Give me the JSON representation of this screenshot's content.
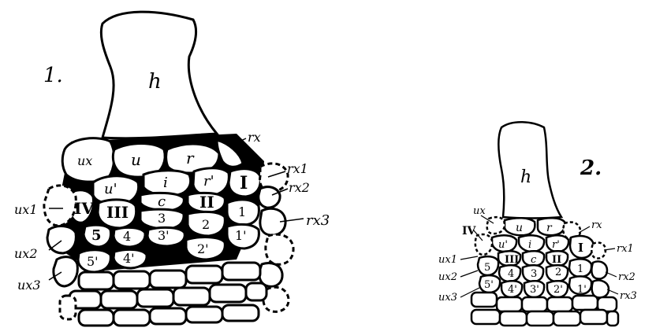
{
  "figure1": {
    "number": "1.",
    "big_cell": "h",
    "cell_labels": [
      "ux",
      "u",
      "r",
      "u'",
      "i",
      "r'",
      "I",
      "IV",
      "III",
      "c",
      "II",
      "3",
      "2",
      "1",
      "5",
      "4",
      "3'",
      "2'",
      "1'",
      "5'",
      "4'"
    ],
    "side_labels": [
      "rx",
      "rx1",
      "rx2",
      "rx3",
      "ux1",
      "ux2",
      "ux3"
    ]
  },
  "figure2": {
    "number": "2.",
    "big_cell": "h",
    "cell_labels": [
      "u",
      "r",
      "u'",
      "i",
      "r'",
      "I",
      "III",
      "c",
      "II",
      "5",
      "4",
      "3",
      "2",
      "1",
      "5'",
      "4'",
      "3'",
      "2'",
      "1'"
    ],
    "side_labels": [
      "ux",
      "IV",
      "rx",
      "rx1",
      "rx2",
      "rx3",
      "ux1",
      "ux2",
      "ux3"
    ]
  }
}
